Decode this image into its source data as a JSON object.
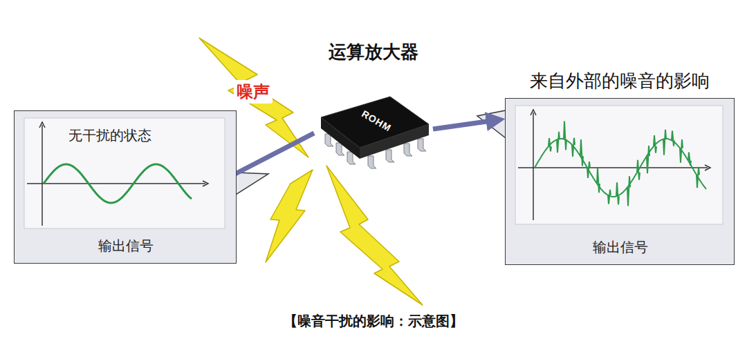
{
  "diagram": {
    "title": "运算放大器",
    "caption": "【噪音干扰的影响：示意图】",
    "nodes": [
      {
        "text": [
          "无干扰的状态",
          "输出信号"
        ]
      },
      {
        "text": [
          "ROHM"
        ]
      },
      {
        "text": [
          "来自外部的噪音的影响",
          "输出信号"
        ]
      }
    ],
    "edges": [
      {
        "from": 0,
        "to": 1,
        "arrow": "none"
      },
      {
        "from": 1,
        "to": 2,
        "arrow": "to"
      }
    ],
    "labels": [
      "噪声"
    ]
  }
}
